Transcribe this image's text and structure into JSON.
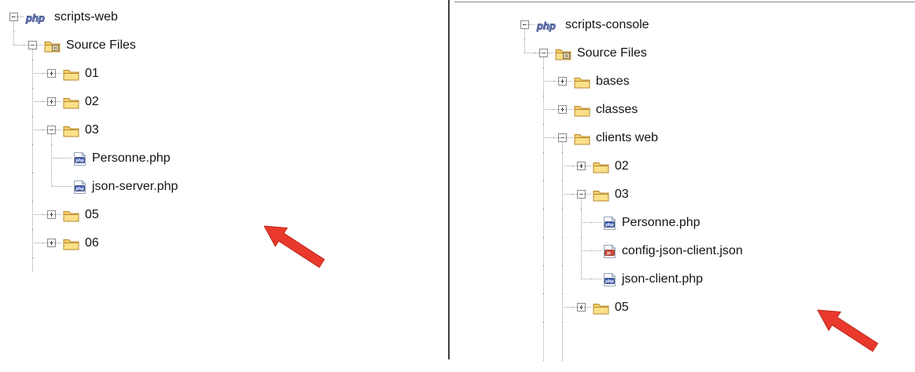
{
  "colors": {
    "accent_red": "#e8392c",
    "accent_red_dark": "#b9271c",
    "guide_gray": "#9e9e9e",
    "divider": "#3f3f3f",
    "text": "#141414",
    "folder_fill": "#f7ce6b",
    "folder_front": "#fbe08a",
    "folder_stroke": "#b5872f",
    "php_badge": "#4a63b8",
    "php_badge_stroke": "#2b3a6b",
    "json_badge": "#cc4a38",
    "json_badge_stroke": "#7e2a1e",
    "php_project_fill": "#8598d8",
    "php_project_stroke": "#2e3f7e",
    "page_fill": "#ffffff",
    "page_stroke": "#94a3b5"
  },
  "badges": {
    "php_project": "php",
    "php_file": "php",
    "json_file": "js"
  },
  "left_tree": {
    "project": "scripts-web",
    "rows": [
      {
        "cells": [
          "M"
        ],
        "icon": "php-project-icon",
        "label": "scripts-web"
      },
      {
        "cells": [
          "l",
          "m"
        ],
        "icon": "source-folder-icon",
        "label": "Source Files"
      },
      {
        "cells": [
          "e",
          "b",
          "p"
        ],
        "icon": "folder-icon",
        "label": "01"
      },
      {
        "cells": [
          "e",
          "b",
          "p"
        ],
        "icon": "folder-icon",
        "label": "02"
      },
      {
        "cells": [
          "e",
          "b",
          "m"
        ],
        "icon": "folder-icon",
        "label": "03"
      },
      {
        "cells": [
          "e",
          "v",
          "b",
          "h"
        ],
        "icon": "php-file-icon",
        "label": "Personne.php"
      },
      {
        "cells": [
          "e",
          "v",
          "l",
          "h"
        ],
        "icon": "php-file-icon",
        "label": "json-server.php"
      },
      {
        "cells": [
          "e",
          "b",
          "p"
        ],
        "icon": "folder-icon",
        "label": "05"
      },
      {
        "cells": [
          "e",
          "b",
          "p"
        ],
        "icon": "folder-icon",
        "label": "06"
      },
      {
        "cells": [
          "e",
          "v"
        ],
        "icon": null,
        "label": "",
        "partial": true
      }
    ]
  },
  "right_tree": {
    "project": "scripts-console",
    "rows": [
      {
        "cells": [
          "M"
        ],
        "icon": "php-project-icon",
        "label": "scripts-console"
      },
      {
        "cells": [
          "l",
          "m"
        ],
        "icon": "source-folder-icon",
        "label": "Source Files"
      },
      {
        "cells": [
          "e",
          "b",
          "p"
        ],
        "icon": "folder-icon",
        "label": "bases"
      },
      {
        "cells": [
          "e",
          "b",
          "p"
        ],
        "icon": "folder-icon",
        "label": "classes"
      },
      {
        "cells": [
          "e",
          "b",
          "m"
        ],
        "icon": "folder-icon",
        "label": "clients web"
      },
      {
        "cells": [
          "e",
          "v",
          "b",
          "p"
        ],
        "icon": "folder-icon",
        "label": "02"
      },
      {
        "cells": [
          "e",
          "v",
          "b",
          "m"
        ],
        "icon": "folder-icon",
        "label": "03"
      },
      {
        "cells": [
          "e",
          "v",
          "v",
          "b",
          "h"
        ],
        "icon": "php-file-icon",
        "label": "Personne.php"
      },
      {
        "cells": [
          "e",
          "v",
          "v",
          "b",
          "h"
        ],
        "icon": "json-file-icon",
        "label": "config-json-client.json"
      },
      {
        "cells": [
          "e",
          "v",
          "v",
          "l",
          "h"
        ],
        "icon": "php-file-icon",
        "label": "json-client.php"
      },
      {
        "cells": [
          "e",
          "v",
          "b",
          "p"
        ],
        "icon": "folder-icon",
        "label": "05"
      },
      {
        "cells": [
          "e",
          "v",
          "v"
        ],
        "icon": null,
        "label": "",
        "partial": true
      }
    ]
  },
  "annotations": {
    "left_arrow_target": "json-server.php",
    "right_arrow_target": "json-client.php"
  }
}
